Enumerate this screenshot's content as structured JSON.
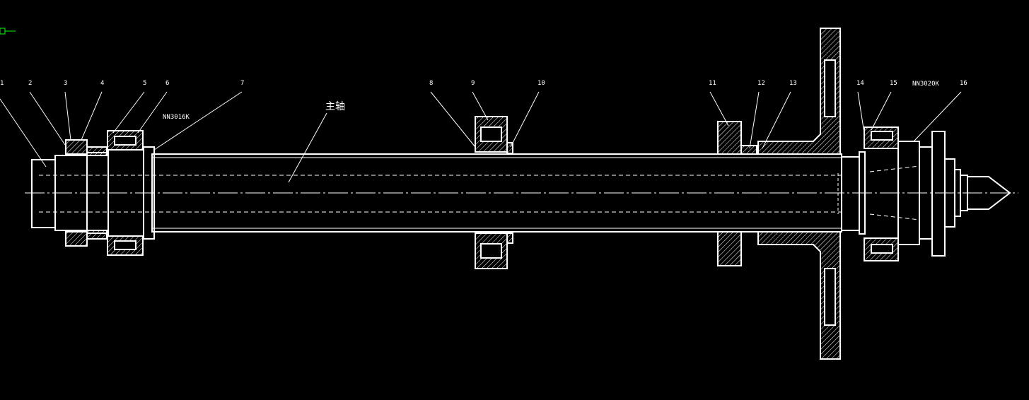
{
  "drawing": {
    "background": "#000000",
    "line_color": "#ffffff",
    "ucs_color": "#00ff00",
    "main_label": "主轴",
    "bearing_left": "NN3016K",
    "bearing_right": "NN3020K",
    "part_numbers": [
      "1",
      "2",
      "3",
      "4",
      "5",
      "6",
      "7",
      "8",
      "9",
      "10",
      "11",
      "12",
      "13",
      "14",
      "15",
      "16"
    ]
  }
}
